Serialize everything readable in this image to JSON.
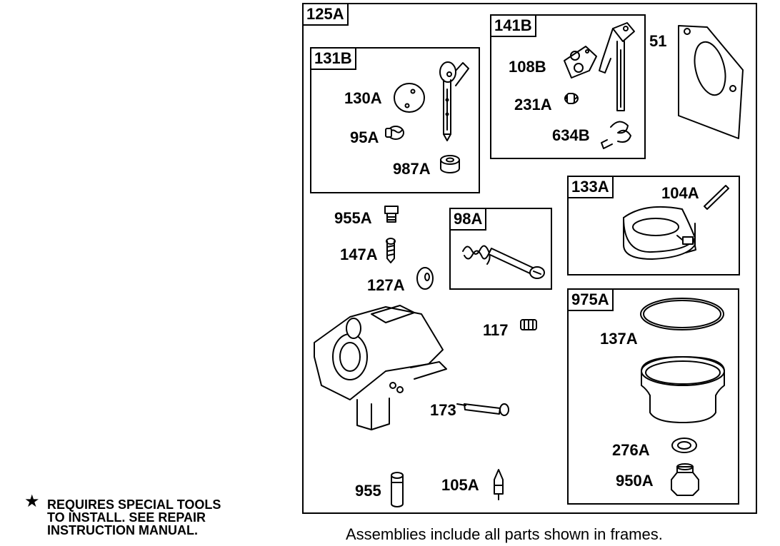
{
  "frames": {
    "outer": "125A",
    "f131b": "131B",
    "f141b": "141B",
    "f133a": "133A",
    "f98a": "98A",
    "f975a": "975A"
  },
  "parts": {
    "p130a": "130A",
    "p95a": "95A",
    "p987a": "987A",
    "p108b": "108B",
    "p231a": "231A",
    "p634b": "634B",
    "p51": "51",
    "p104a": "104A",
    "p955a": "955A",
    "p147a": "147A",
    "p127a": "127A",
    "p117": "117",
    "p137a": "137A",
    "p173": "173",
    "p276a": "276A",
    "p950a": "950A",
    "p955": "955",
    "p105a": "105A"
  },
  "note": {
    "star": "★",
    "line1": "REQUIRES SPECIAL TOOLS",
    "line2": "TO INSTALL.  SEE REPAIR",
    "line3": "INSTRUCTION MANUAL."
  },
  "footer": "Assemblies include all parts shown in frames."
}
